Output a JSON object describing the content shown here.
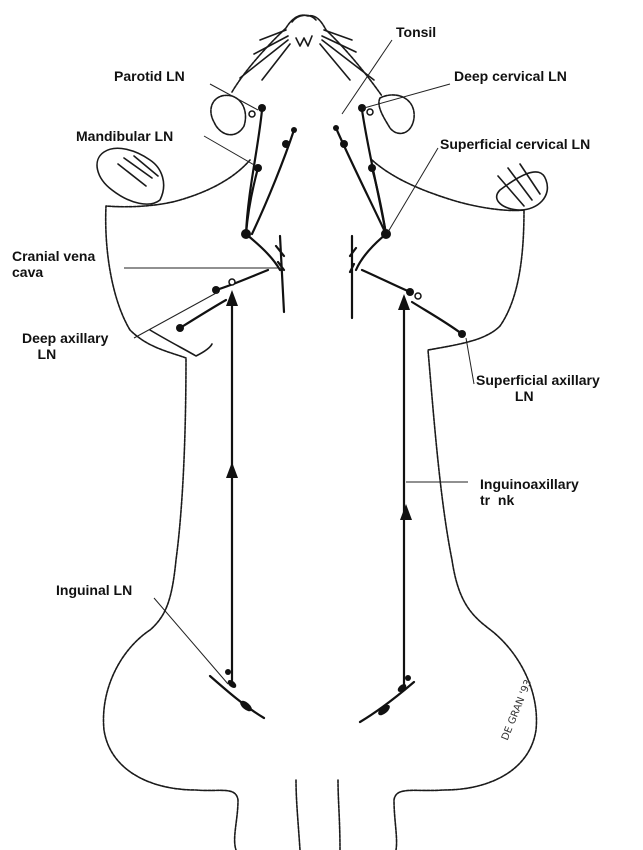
{
  "labels": {
    "tonsil": "Tonsil",
    "parotid_ln": "Parotid LN",
    "deep_cervical_ln": "Deep cervical LN",
    "mandibular_ln": "Mandibular LN",
    "superficial_cervical_ln": "Superficial cervical LN",
    "cranial_vena_cava": "Cranial vena\ncava",
    "deep_axillary_ln": "Deep axillary\n    LN",
    "superficial_axillary_ln": "Superficial axillary\n          LN",
    "inguinoaxillary_trunk": "Inguinoaxillary\ntr  nk",
    "inguinal_ln": "Inguinal LN"
  },
  "signature": "DE GRAN '93"
}
